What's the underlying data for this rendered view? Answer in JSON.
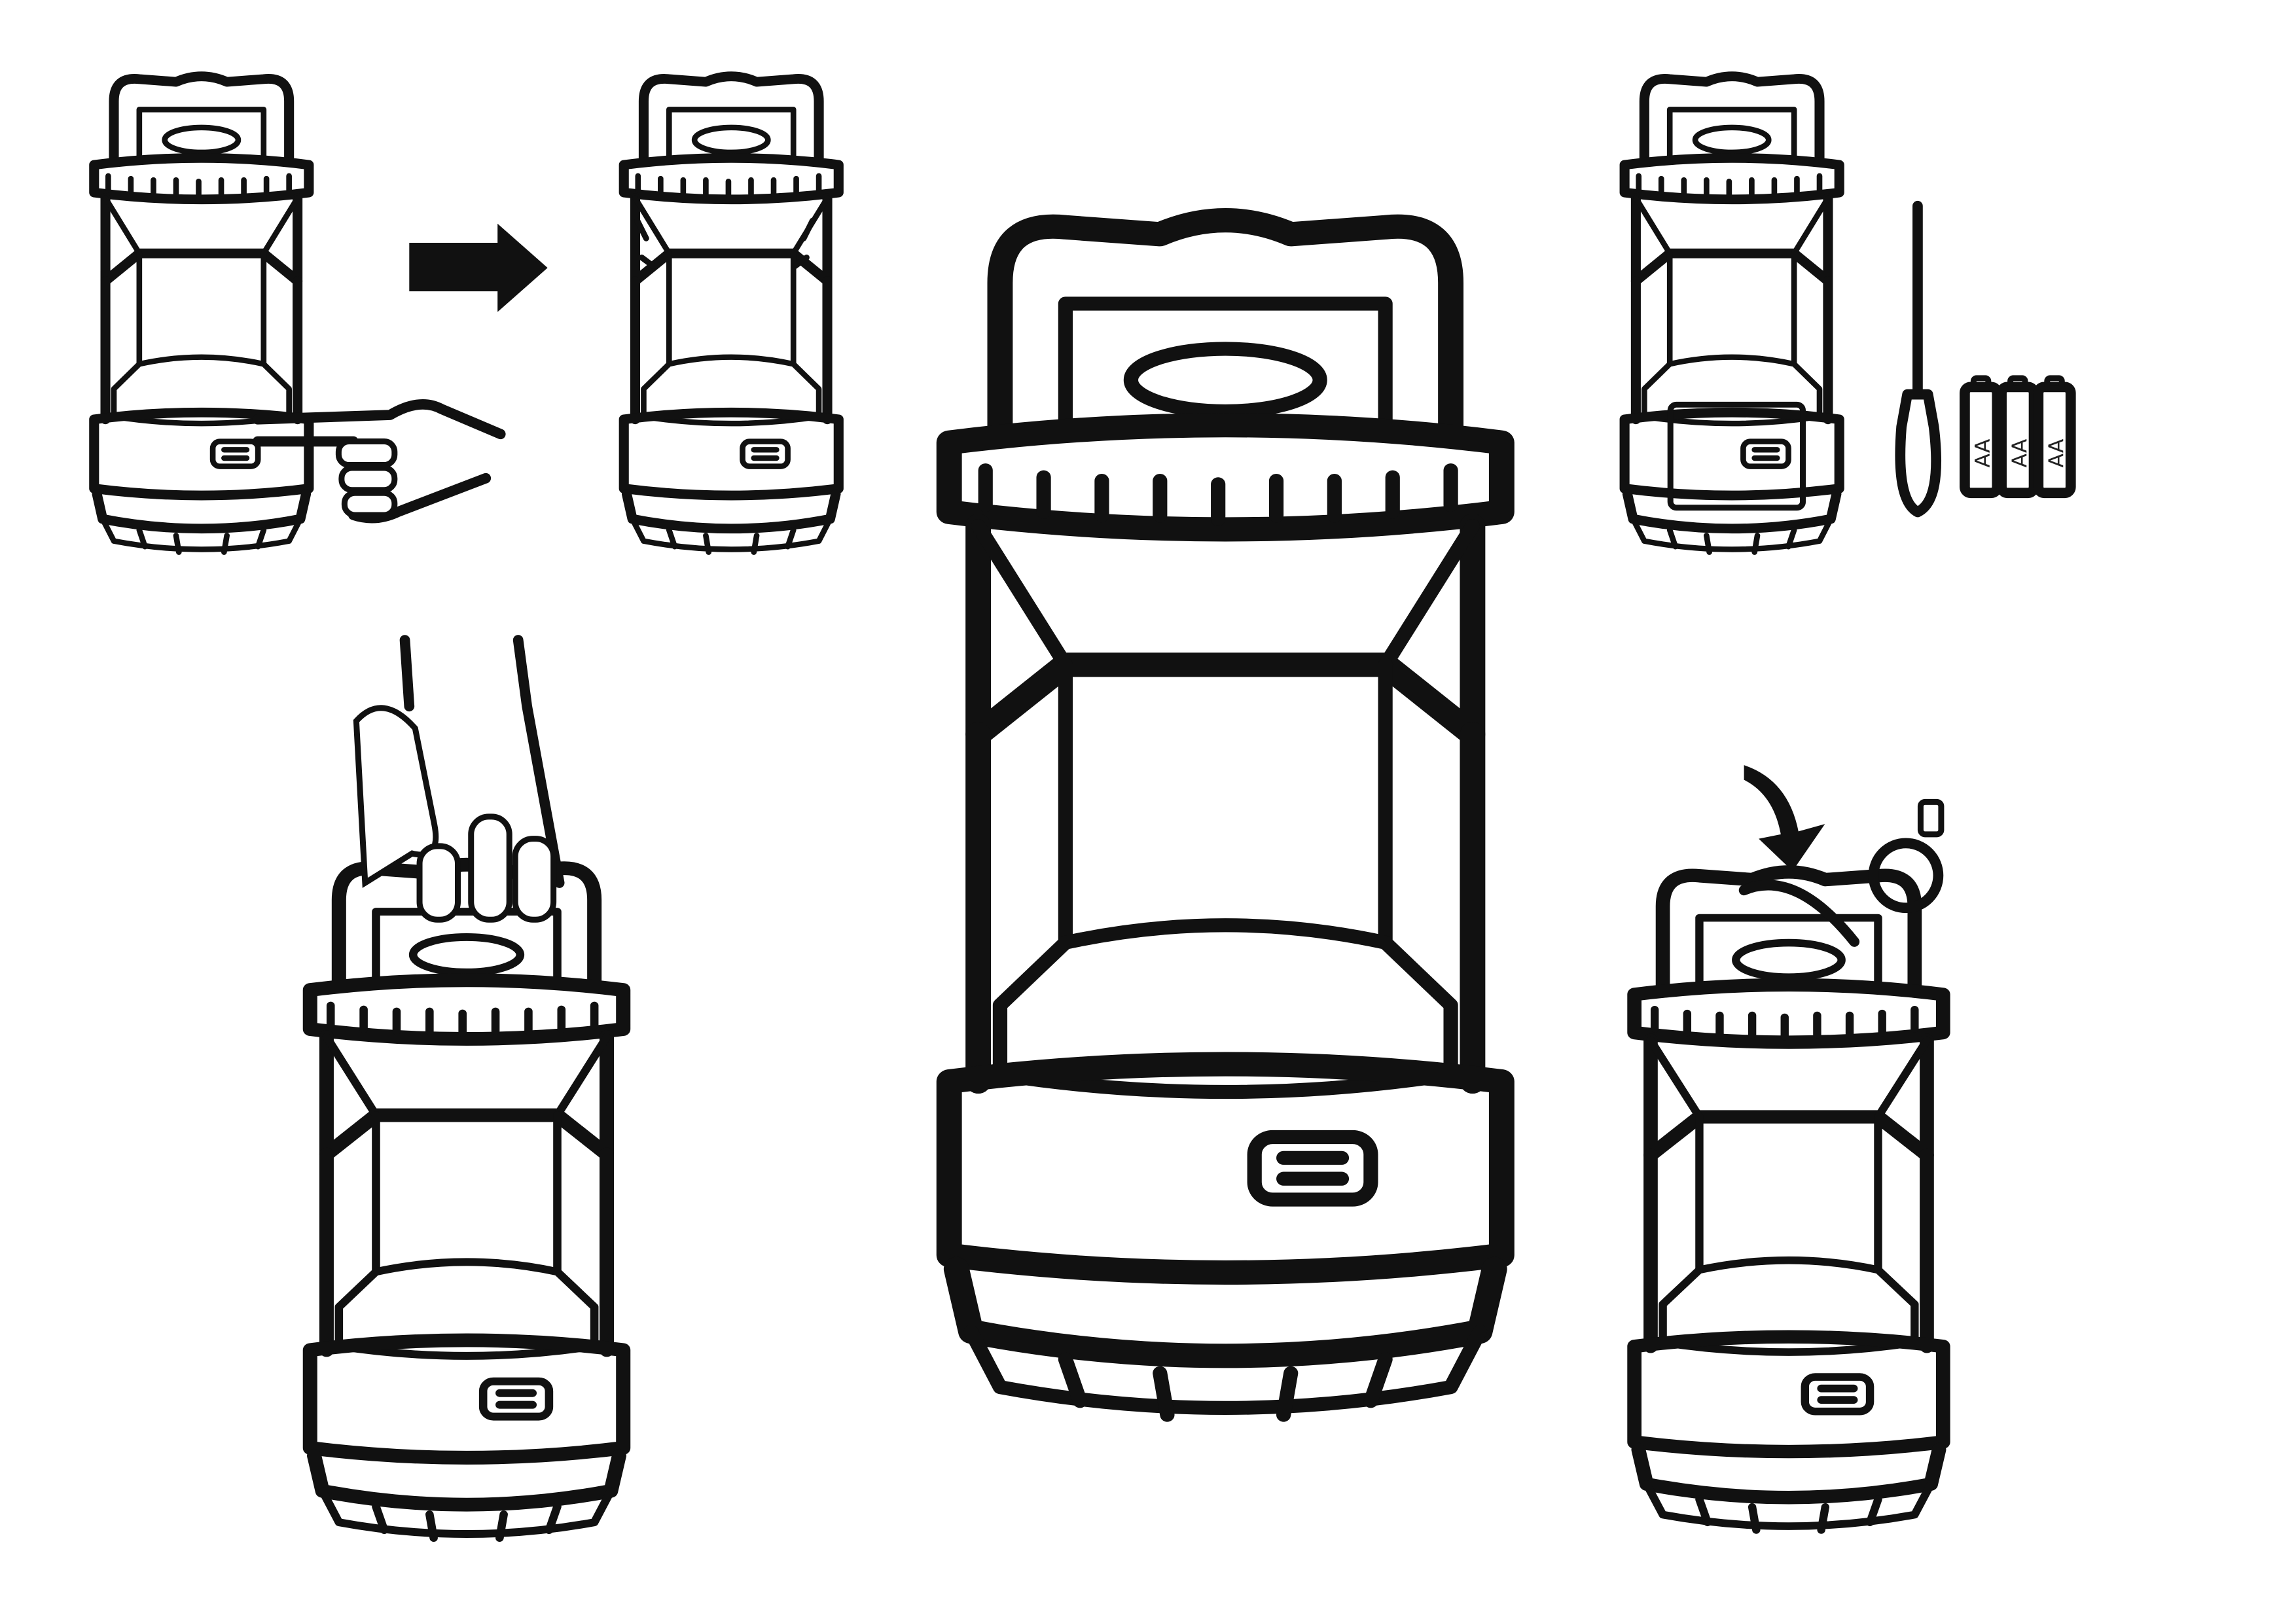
{
  "batteries": {
    "labels": [
      "AA",
      "AA",
      "AA"
    ]
  },
  "colors": {
    "ink": "#111111",
    "paper": "#ffffff"
  }
}
